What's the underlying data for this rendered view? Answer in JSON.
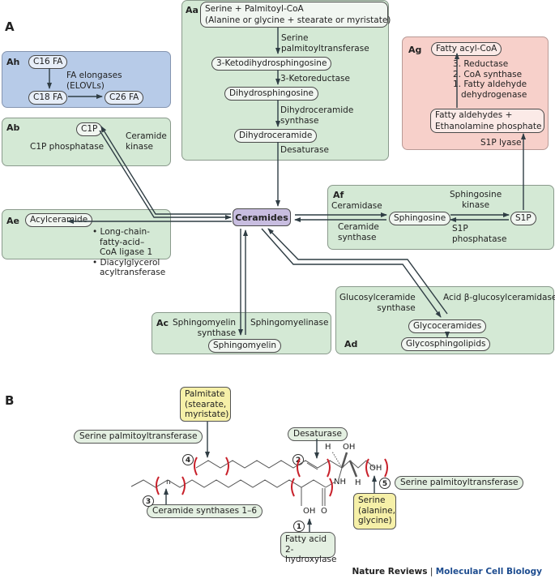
{
  "panel_labels": {
    "A": "A",
    "B": "B"
  },
  "Aa": {
    "tag": "Aa",
    "start_line1": "Serine + Palmitoyl-CoA",
    "start_line2": "(Alanine or glycine + stearate or myristate)",
    "enzyme1_line1": "Serine",
    "enzyme1_line2": "palmitoyltransferase",
    "node1": "3-Ketodihydrosphingosine",
    "enzyme2": "3-Ketoreductase",
    "node2": "Dihydrosphingosine",
    "enzyme3_line1": "Dihydroceramide",
    "enzyme3_line2": "synthase",
    "node3": "Dihydroceramide",
    "enzyme4": "Desaturase"
  },
  "Ah": {
    "tag": "Ah",
    "node1": "C16 FA",
    "enzyme_line1": "FA elongases",
    "enzyme_line2": "(ELOVLs)",
    "node2": "C18 FA",
    "node3": "C26 FA"
  },
  "Ab": {
    "tag": "Ab",
    "node": "C1P",
    "enzyme_left": "C1P phosphatase",
    "enzyme_right_line1": "Ceramide",
    "enzyme_right_line2": "kinase"
  },
  "Ag": {
    "tag": "Ag",
    "node_top": "Fatty acyl-CoA",
    "steps": [
      "3. Reductase",
      "2. CoA synthase",
      "1. Fatty aldehyde",
      "dehydrogenase"
    ],
    "node_bottom_line1": "Fatty aldehydes +",
    "node_bottom_line2": "Ethanolamine phosphate",
    "enzyme": "S1P lyase"
  },
  "center": {
    "label": "Ceramides"
  },
  "Af": {
    "tag": "Af",
    "enzyme_forward": "Ceramidase",
    "enzyme_reverse_line1": "Ceramide",
    "enzyme_reverse_line2": "synthase",
    "node1": "Sphingosine",
    "enzyme_kinase_line1": "Sphingosine",
    "enzyme_kinase_line2": "kinase",
    "node2": "S1P",
    "enzyme_phosphatase_line1": "S1P",
    "enzyme_phosphatase_line2": "phosphatase"
  },
  "Ae": {
    "tag": "Ae",
    "node": "Acylceramide",
    "enzymes": [
      "• Long-chain-",
      "fatty-acid–",
      "CoA ligase 1",
      "• Diacylglycerol",
      "acyltransferase"
    ]
  },
  "Ac": {
    "tag": "Ac",
    "enzyme_left_line1": "Sphingomyelin",
    "enzyme_left_line2": "synthase",
    "enzyme_right": "Sphingomyelinase",
    "node": "Sphingomyelin"
  },
  "Ad": {
    "tag": "Ad",
    "enzyme_left_line1": "Glucosylceramide",
    "enzyme_left_line2": "synthase",
    "enzyme_right": "Acid β-glucosylceramidase",
    "node1": "Glycoceramides",
    "node2": "Glycosphingolipids"
  },
  "B": {
    "palmitate": [
      "Palmitate",
      "(stearate,",
      "myristate)"
    ],
    "spt_top": "Serine palmitoyltransferase",
    "desaturase": "Desaturase",
    "spt_right": "Serine palmitoyltransferase",
    "serine": [
      "Serine",
      "(alanine,",
      "glycine)"
    ],
    "cers": "Ceramide synthases 1–6",
    "fa2h": [
      "Fatty acid 2-",
      "hydroxylase"
    ],
    "numbers": [
      "1",
      "2",
      "3",
      "4",
      "5"
    ],
    "chem": {
      "H1": "H",
      "OH1": "OH",
      "OH2": "OH",
      "NH": "NH",
      "H2": "H",
      "OH3": "OH",
      "O": "O",
      "n": "n"
    }
  },
  "credit": {
    "publisher": "Nature Reviews",
    "separator": " | ",
    "journal": "Molecular Cell Biology"
  },
  "colors": {
    "green_panel": "#d4e9d5",
    "blue_panel": "#b7cbe8",
    "pink_panel": "#f7d0ca",
    "ceramides": "#c8bde0",
    "yellow_box": "#f6f0a8",
    "bracket_red": "#c8202a",
    "journal_blue": "#1d4c8f"
  }
}
